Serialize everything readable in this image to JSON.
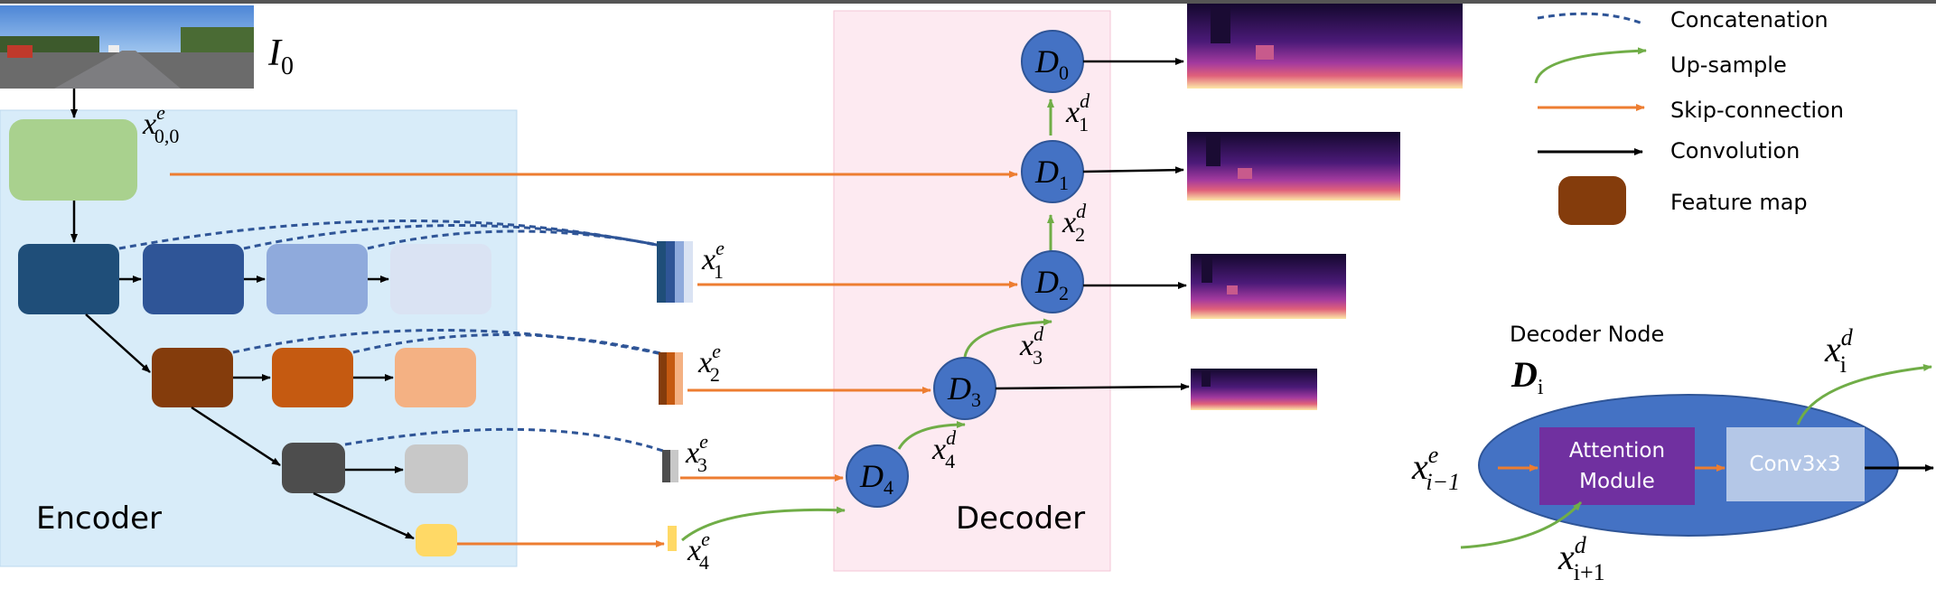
{
  "input": {
    "label_main": "I",
    "label_sub": "0",
    "image_icon": "road-scene-photo"
  },
  "encoder": {
    "title": "Encoder",
    "x00_label": {
      "base": "x",
      "sup": "e",
      "sub": "0,0"
    }
  },
  "decoder": {
    "title": "Decoder"
  },
  "nodes": [
    {
      "id": "d0",
      "base": "D",
      "sub": "0"
    },
    {
      "id": "d1",
      "base": "D",
      "sub": "1"
    },
    {
      "id": "d2",
      "base": "D",
      "sub": "2"
    },
    {
      "id": "d3",
      "base": "D",
      "sub": "3"
    },
    {
      "id": "d4",
      "base": "D",
      "sub": "4"
    }
  ],
  "enc_labels": [
    {
      "id": "xe1",
      "base": "x",
      "sup": "e",
      "sub": "1"
    },
    {
      "id": "xe2",
      "base": "x",
      "sup": "e",
      "sub": "2"
    },
    {
      "id": "xe3",
      "base": "x",
      "sup": "e",
      "sub": "3"
    },
    {
      "id": "xe4",
      "base": "x",
      "sup": "e",
      "sub": "4"
    }
  ],
  "dec_labels": [
    {
      "id": "xd1",
      "base": "x",
      "sup": "d",
      "sub": "1"
    },
    {
      "id": "xd2",
      "base": "x",
      "sup": "d",
      "sub": "2"
    },
    {
      "id": "xd3",
      "base": "x",
      "sup": "d",
      "sub": "3"
    },
    {
      "id": "xd4",
      "base": "x",
      "sup": "d",
      "sub": "4"
    }
  ],
  "legend": {
    "concatenation": "Concatenation",
    "upsample": "Up-sample",
    "skip": "Skip-connection",
    "convolution": "Convolution",
    "feature_map": "Feature map"
  },
  "node_detail": {
    "title": "Decoder Node",
    "node": {
      "base": "D",
      "sub": "i"
    },
    "attention_line1": "Attention",
    "attention_line2": "Module",
    "conv": "Conv3x3",
    "in_enc": {
      "base": "x",
      "sup": "e",
      "sub": "i−1"
    },
    "in_dec": {
      "base": "x",
      "sup": "d",
      "sub": "i+1"
    },
    "out": {
      "base": "x",
      "sup": "d",
      "sub": "i"
    }
  },
  "colors": {
    "encoder_bg": "#d8ecf9",
    "decoder_bg": "#fdeaf1",
    "node_fill": "#4472c4",
    "skip": "#ed7d31",
    "upsample": "#70ad47",
    "concat": "#2f5597",
    "conv": "#000000",
    "feature_map": "#843c0c",
    "attention": "#7030a0",
    "conv_block": "#b4c7e7"
  }
}
